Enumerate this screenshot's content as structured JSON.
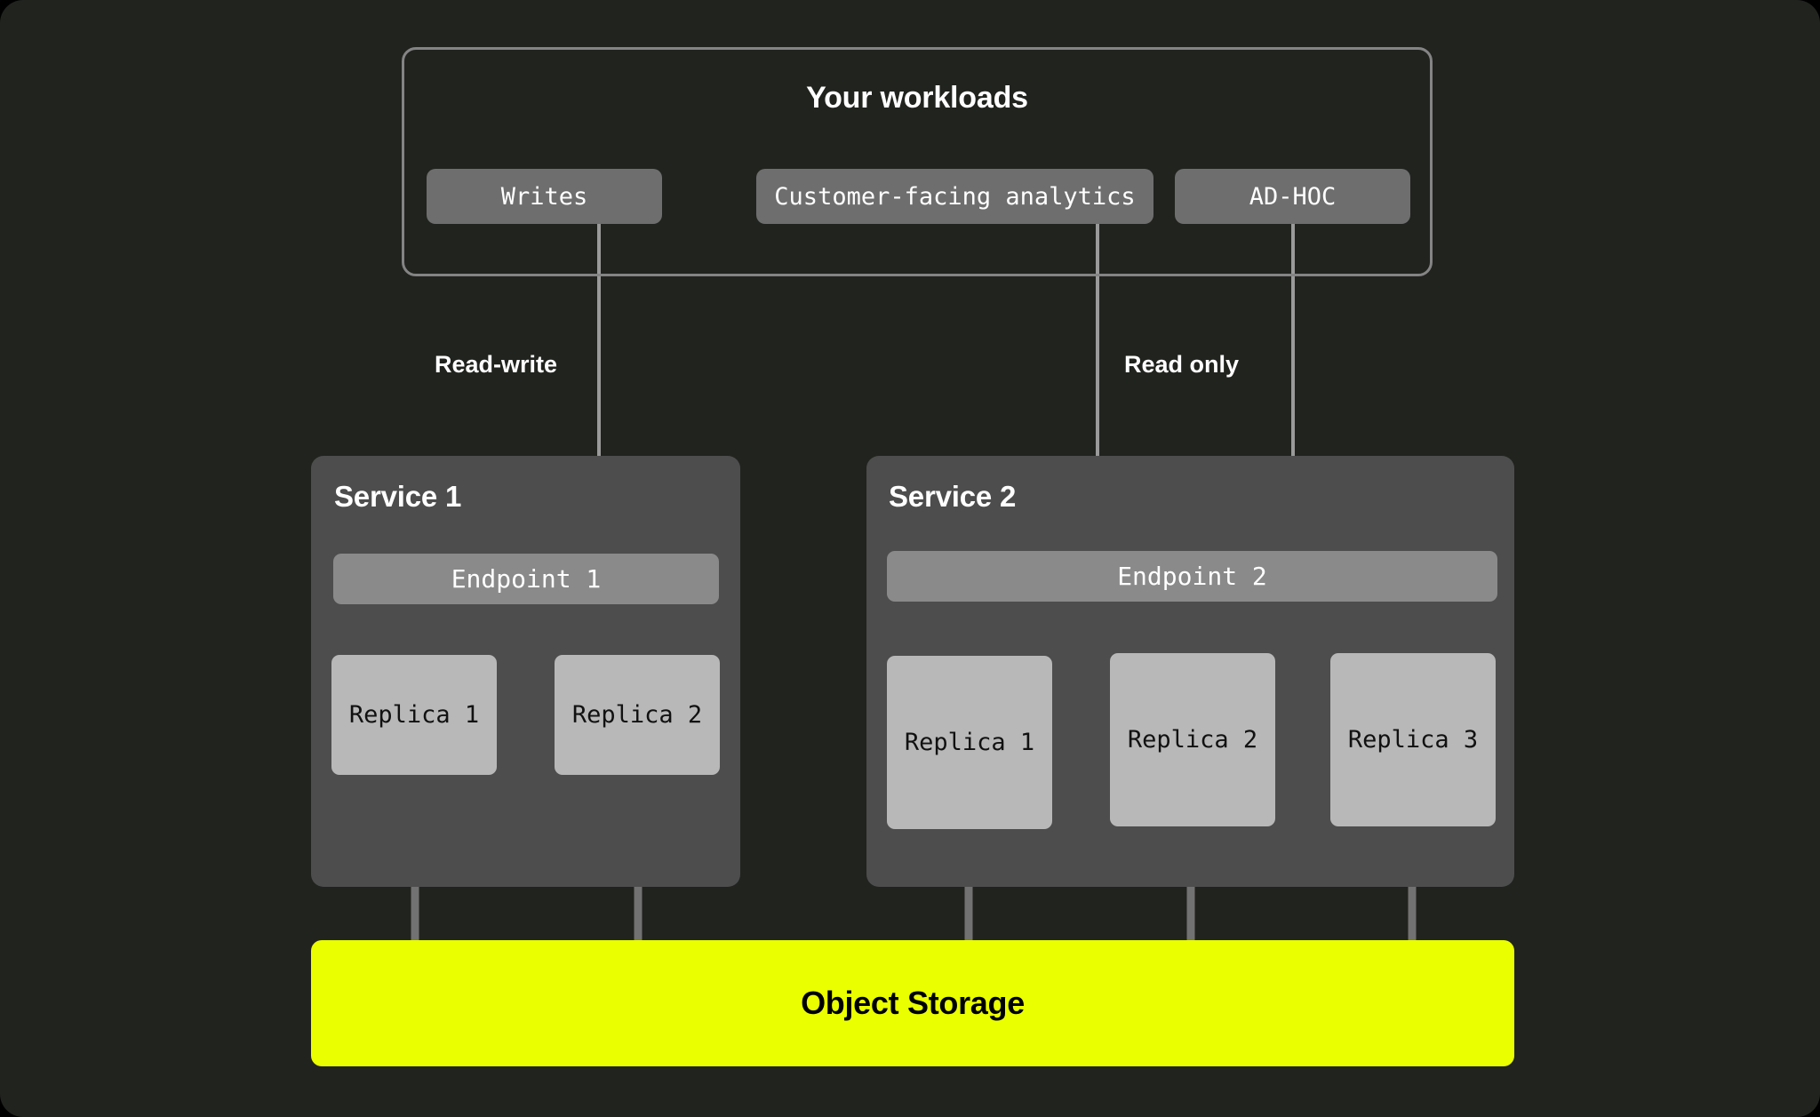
{
  "diagram": {
    "title": "Your workloads",
    "background_color": "#21231E",
    "accent_color": "#EAFF00"
  },
  "workloads": {
    "frame_title": "Your workloads",
    "items": [
      {
        "label": "Writes"
      },
      {
        "label": "Customer-facing analytics"
      },
      {
        "label": "AD-HOC"
      }
    ]
  },
  "edge_labels": {
    "read_write": "Read-write",
    "read_only": "Read only"
  },
  "services": [
    {
      "title": "Service 1",
      "endpoint": "Endpoint 1",
      "replicas": [
        {
          "label": "Replica 1"
        },
        {
          "label": "Replica 2"
        }
      ]
    },
    {
      "title": "Service 2",
      "endpoint": "Endpoint 2",
      "replicas": [
        {
          "label": "Replica 1"
        },
        {
          "label": "Replica 2"
        },
        {
          "label": "Replica 3"
        }
      ]
    }
  ],
  "storage": {
    "label": "Object Storage"
  }
}
